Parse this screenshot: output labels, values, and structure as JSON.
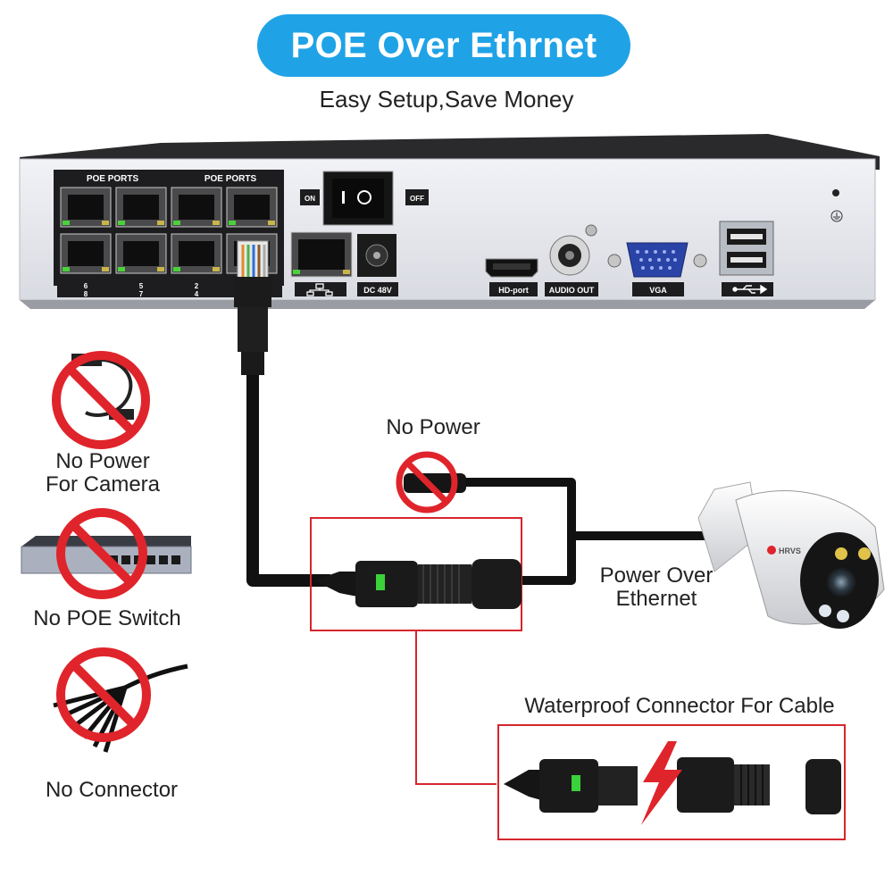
{
  "header": {
    "title": "POE Over Ethrnet",
    "subtitle": "Easy Setup,Save Money"
  },
  "nvr": {
    "poe_ports_label_1": "POE PORTS",
    "poe_ports_label_2": "POE PORTS",
    "port_numbers_top": [
      "6",
      "5",
      "2",
      ""
    ],
    "port_numbers_bottom": [
      "8",
      "7",
      "4",
      ""
    ],
    "switch_on_label": "ON",
    "switch_off_label": "OFF",
    "dc_label": "DC 48V",
    "hdmi_label": "HD-port",
    "audio_label": "AUDIO OUT",
    "vga_label": "VGA"
  },
  "diagram": {
    "no_power_label": "No Power",
    "power_over_ethernet_label": "Power Over\nEthernet",
    "waterproof_label": "Waterproof Connector For Cable",
    "camera_brand": "HRVS"
  },
  "left_panel": {
    "no_power_camera_label": "No Power\nFor Camera",
    "no_poe_switch_label": "No POE Switch",
    "no_connector_label": "No Connector"
  },
  "colors": {
    "pill": "#1fa3e6",
    "prohibit": "#e0242b",
    "highlight_box": "#d6262d",
    "nvr_body": "#e8e9ee",
    "nvr_top": "#2a2a2c",
    "port_green": "#4bd23a"
  }
}
